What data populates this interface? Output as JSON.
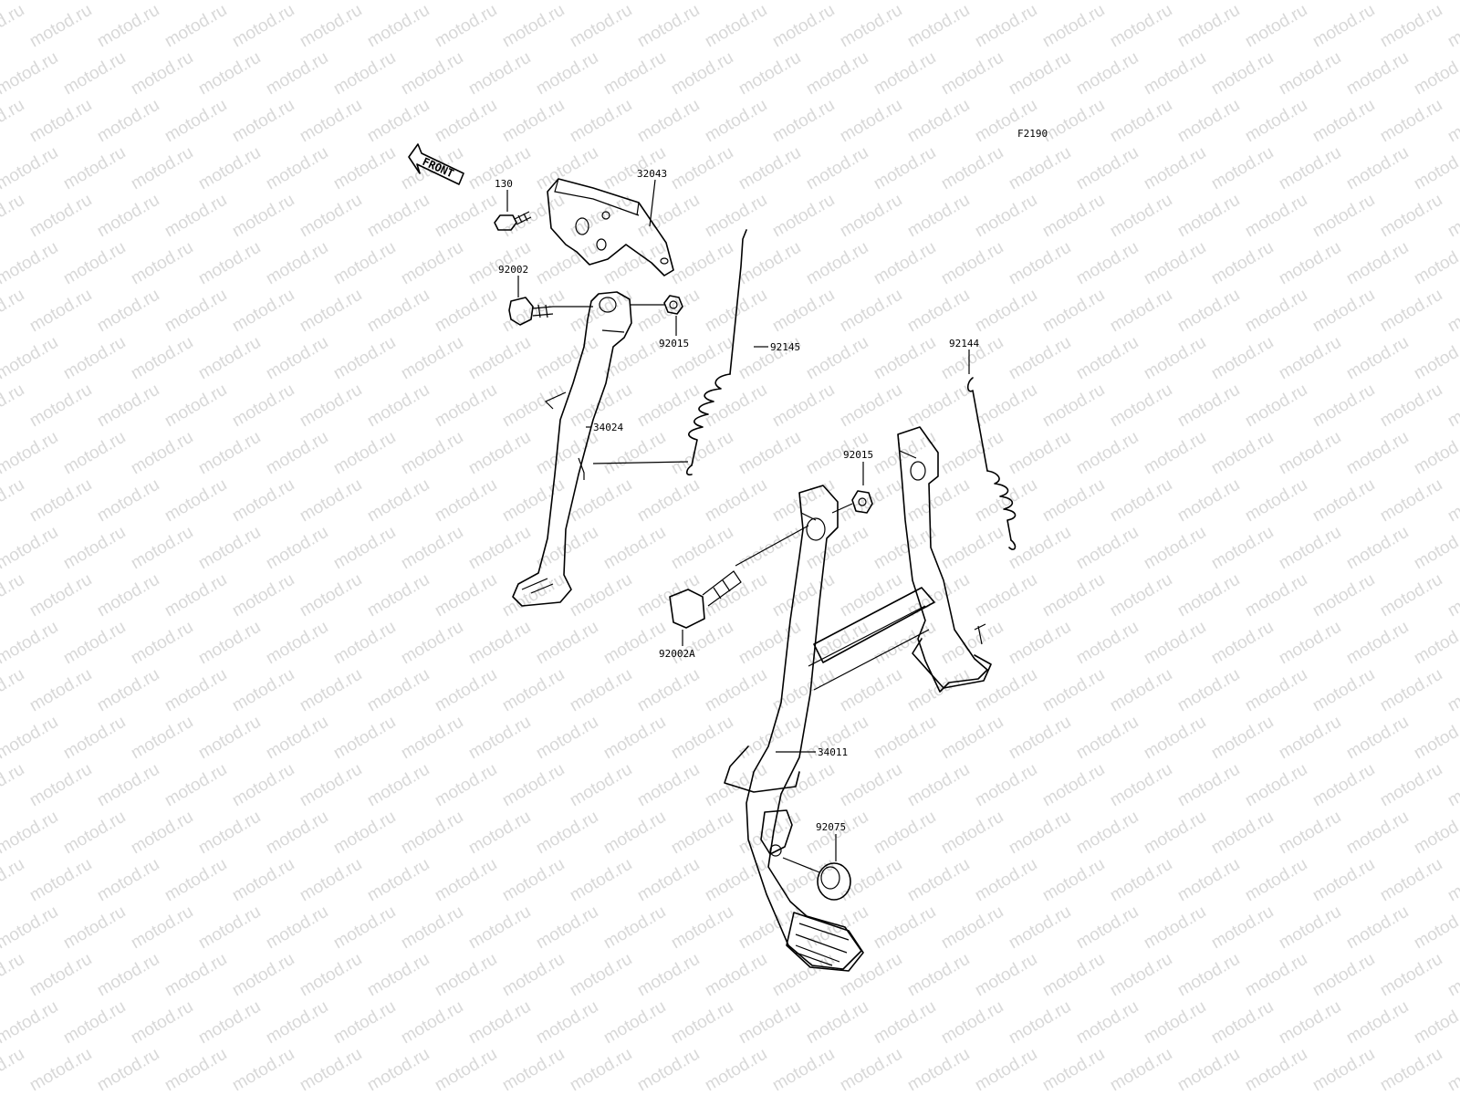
{
  "diagram": {
    "code": "F2190",
    "front_label": "FRONT",
    "watermark": "motod.ru",
    "parts": [
      {
        "id": "p-130",
        "label": "130"
      },
      {
        "id": "p-32043",
        "label": "32043"
      },
      {
        "id": "p-92002",
        "label": "92002"
      },
      {
        "id": "p-92015a",
        "label": "92015"
      },
      {
        "id": "p-92145",
        "label": "92145"
      },
      {
        "id": "p-34024",
        "label": "34024"
      },
      {
        "id": "p-92144",
        "label": "92144"
      },
      {
        "id": "p-92015b",
        "label": "92015"
      },
      {
        "id": "p-92002A",
        "label": "92002A"
      },
      {
        "id": "p-34011",
        "label": "34011"
      },
      {
        "id": "p-92075",
        "label": "92075"
      }
    ]
  }
}
